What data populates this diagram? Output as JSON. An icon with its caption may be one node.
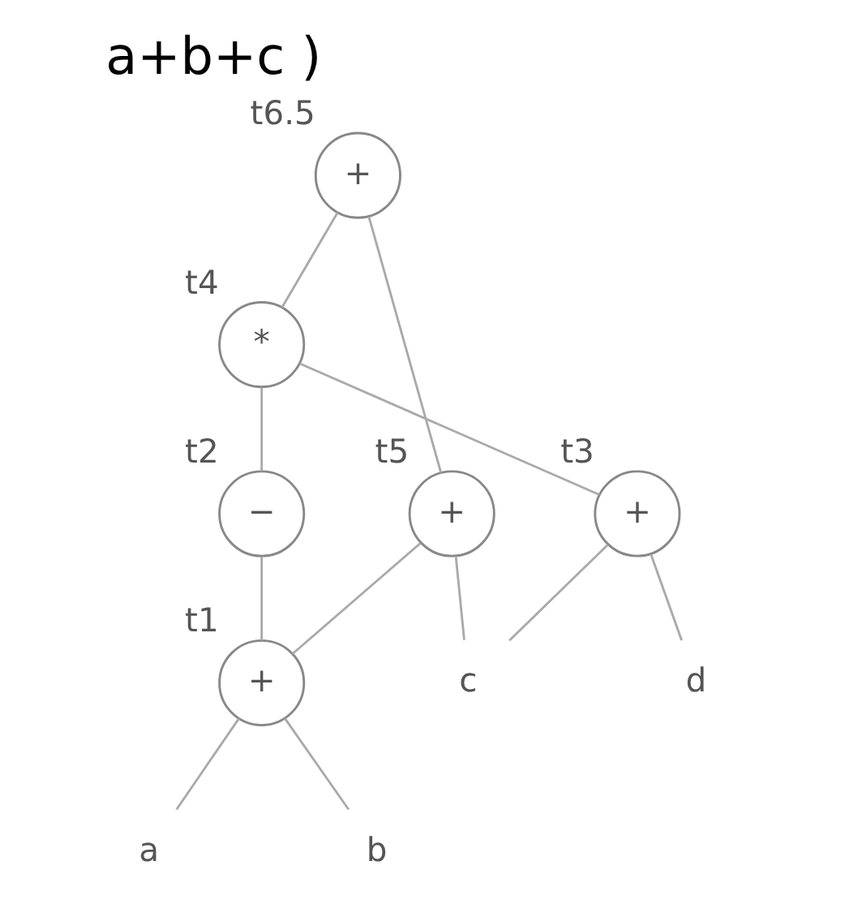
{
  "diagram": {
    "title": "a+b+c )",
    "nodes": [
      {
        "text": [
          "+"
        ],
        "beside": [
          "t6.5"
        ]
      },
      {
        "text": [
          "*"
        ],
        "beside": [
          "t4"
        ]
      },
      {
        "text": [
          "+"
        ],
        "beside": [
          "t5"
        ]
      },
      {
        "text": [
          "−"
        ],
        "beside": [
          "t2"
        ]
      },
      {
        "text": [
          "+"
        ],
        "beside": [
          "t1"
        ]
      },
      {
        "text": [
          "+"
        ],
        "beside": [
          "t3"
        ]
      },
      {
        "text": [
          "a"
        ]
      },
      {
        "text": [
          "b"
        ]
      },
      {
        "text": [
          "c"
        ]
      },
      {
        "text": [
          "d"
        ]
      }
    ],
    "edges": [
      {
        "from": 0,
        "to": 1,
        "arrow": "none"
      },
      {
        "from": 0,
        "to": 2,
        "arrow": "none"
      },
      {
        "from": 1,
        "to": 3,
        "arrow": "none"
      },
      {
        "from": 1,
        "to": 5,
        "arrow": "none"
      },
      {
        "from": 2,
        "to": 4,
        "arrow": "none"
      },
      {
        "from": 2,
        "to": 8,
        "arrow": "none"
      },
      {
        "from": 3,
        "to": 4,
        "arrow": "none"
      },
      {
        "from": 4,
        "to": 6,
        "arrow": "none"
      },
      {
        "from": 4,
        "to": 7,
        "arrow": "none"
      },
      {
        "from": 5,
        "to": 8,
        "arrow": "none"
      },
      {
        "from": 5,
        "to": 9,
        "arrow": "none"
      }
    ]
  }
}
